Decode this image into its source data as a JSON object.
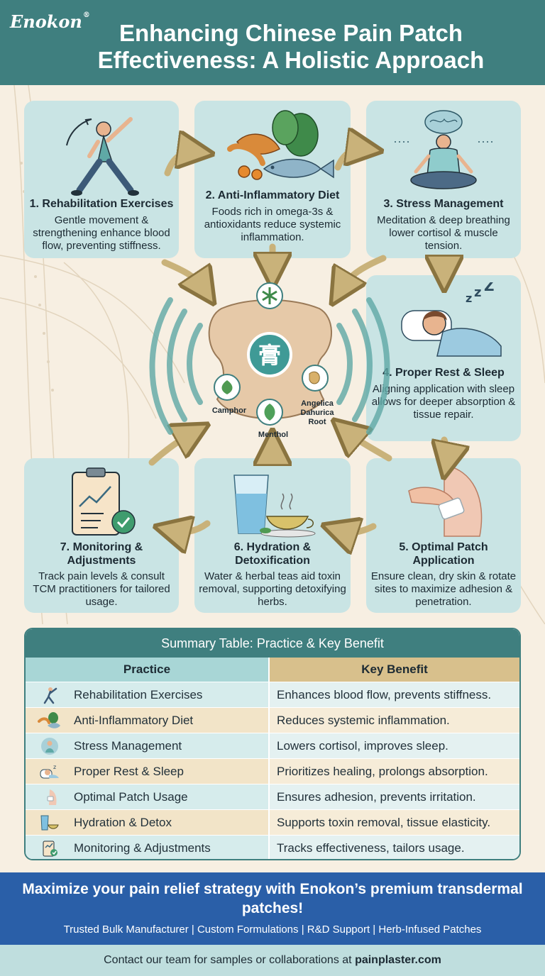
{
  "header": {
    "brand": "Enokon",
    "brand_mark": "®",
    "title": "Enhancing Chinese Pain Patch Effectiveness: A Holistic Approach"
  },
  "cards": [
    {
      "title": "1. Rehabilitation Exercises",
      "desc": "Gentle movement & strengthening enhance blood flow, preventing stiffness."
    },
    {
      "title": "2. Anti-Inflammatory Diet",
      "desc": "Foods rich in omega-3s & antioxidants reduce systemic inflammation."
    },
    {
      "title": "3. Stress Management",
      "desc": "Meditation & deep breathing lower cortisol & muscle tension."
    },
    {
      "title": "4. Proper Rest & Sleep",
      "desc": "Aligning application with sleep allows for deeper absorption & tissue repair."
    },
    {
      "title": "5. Optimal Patch Application",
      "desc": "Ensure clean, dry skin & rotate sites to maximize adhesion & penetration."
    },
    {
      "title": "6. Hydration & Detoxification",
      "desc": "Water & herbal teas aid toxin removal, supporting detoxifying herbs."
    },
    {
      "title": "7. Monitoring & Adjustments",
      "desc": "Track pain levels & consult TCM practitioners for tailored usage."
    }
  ],
  "center": {
    "glyph": "膏",
    "herbs": {
      "camphor": "Camphor",
      "menthol": "Menthol",
      "angelica": "Angelica Dahurica Root"
    }
  },
  "table": {
    "title": "Summary Table: Practice & Key Benefit",
    "col_practice": "Practice",
    "col_benefit": "Key Benefit",
    "rows": [
      {
        "practice": "Rehabilitation Exercises",
        "benefit": "Enhances blood flow, prevents stiffness.",
        "icon": "exercise-icon"
      },
      {
        "practice": "Anti-Inflammatory Diet",
        "benefit": "Reduces systemic inflammation.",
        "icon": "food-icon"
      },
      {
        "practice": "Stress Management",
        "benefit": "Lowers cortisol, improves sleep.",
        "icon": "meditation-icon"
      },
      {
        "practice": "Proper Rest & Sleep",
        "benefit": "Prioritizes healing, prolongs absorption.",
        "icon": "sleep-icon"
      },
      {
        "practice": "Optimal Patch Usage",
        "benefit": "Ensures adhesion, prevents irritation.",
        "icon": "patch-icon"
      },
      {
        "practice": "Hydration & Detox",
        "benefit": "Supports toxin removal, tissue elasticity.",
        "icon": "water-tea-icon"
      },
      {
        "practice": "Monitoring & Adjustments",
        "benefit": "Tracks effectiveness, tailors usage.",
        "icon": "clipboard-icon"
      }
    ]
  },
  "cta": {
    "headline": "Maximize your pain relief strategy with Enokon’s premium transdermal patches!",
    "subline": "Trusted Bulk Manufacturer | Custom Formulations | R&D Support | Herb-Infused Patches"
  },
  "footer": {
    "prefix": "Contact our team for samples or collaborations at ",
    "site": "painplaster.com"
  },
  "colors": {
    "header": "#3f7f7f",
    "card": "#c9e4e4",
    "arrow": "#c9b27a",
    "cta": "#2a5fa8",
    "footer": "#bfdede"
  }
}
